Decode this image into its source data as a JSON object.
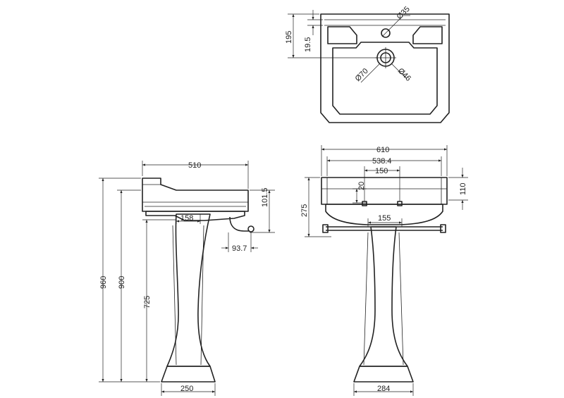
{
  "plan_view": {
    "dims": {
      "tap_hole": "Ø35",
      "back_depth": "195",
      "deck": "19.5",
      "waste_outer": "Ø70",
      "waste_inner": "Ø46"
    }
  },
  "side_view": {
    "dims": {
      "depth": "510",
      "front_height": "101.5",
      "waste_offset": "158",
      "trap_projection": "93.7",
      "total_height": "960",
      "rim_height": "900",
      "pedestal_height": "725",
      "base_depth": "250"
    }
  },
  "front_view": {
    "dims": {
      "overall_width": "610",
      "inner_width": "538.4",
      "tap_centres": "150",
      "tap_inset": "20",
      "rim_thickness": "110",
      "basin_height": "275",
      "pedestal_top": "155",
      "base_width": "284"
    }
  }
}
